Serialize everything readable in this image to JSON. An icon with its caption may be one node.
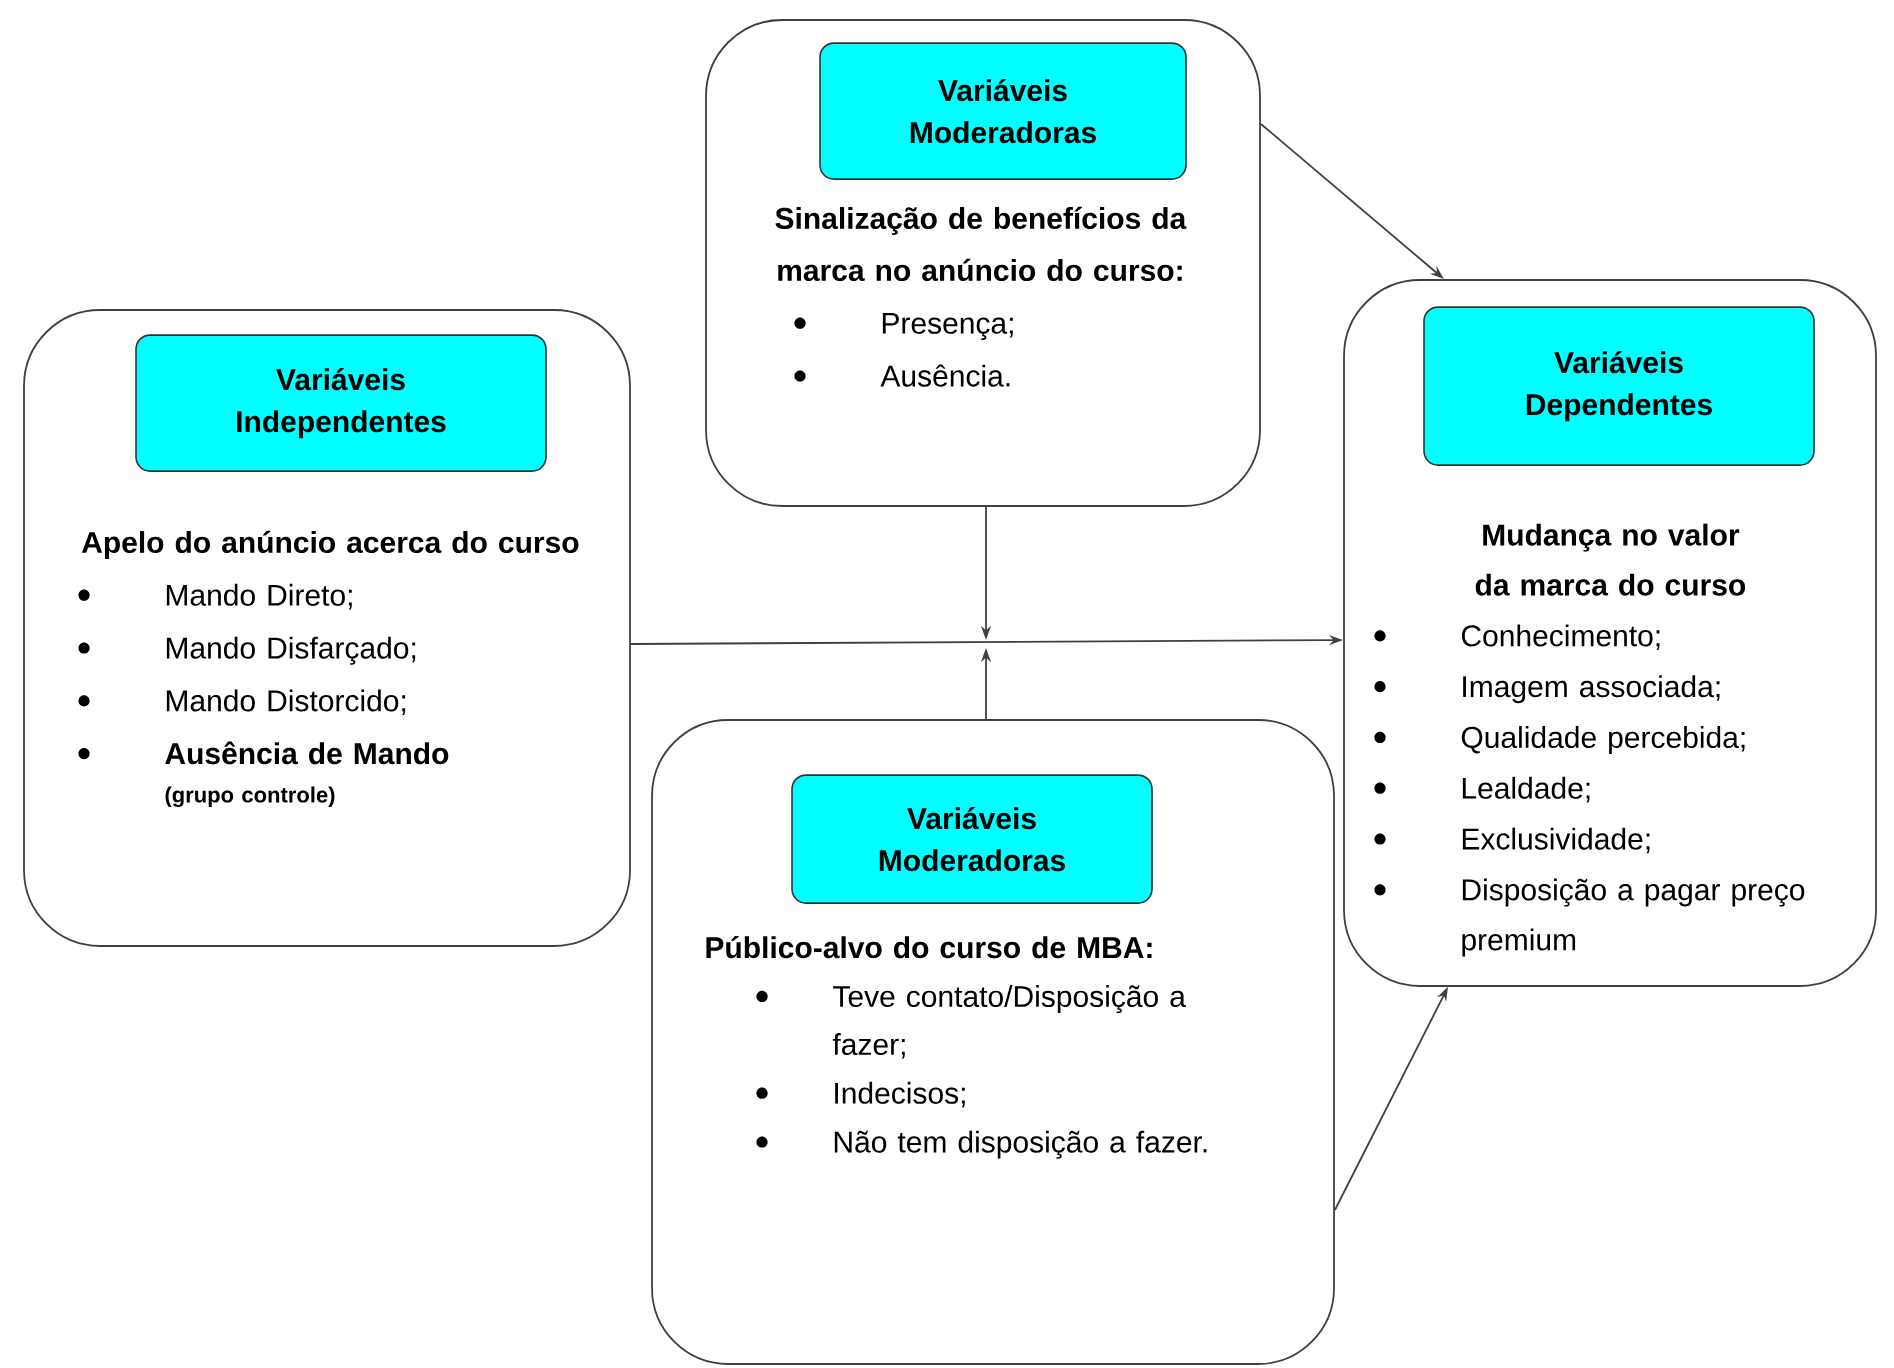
{
  "diagram": {
    "nodes": [
      {
        "text": [
          "Apelo do anúncio acerca do curso",
          "Mando Direto;",
          "Mando Disfarçado;",
          "Mando Distorcido;",
          "Ausência de Mando",
          "(grupo controle)"
        ]
      },
      {
        "text": [
          "Variáveis Independentes"
        ],
        "in": 0
      },
      {
        "text": [
          "Sinalização de benefícios da marca no anúncio do curso:",
          "Presença;",
          "Ausência."
        ]
      },
      {
        "text": [
          "Variáveis Moderadoras"
        ],
        "in": 2
      },
      {
        "text": [
          "Mudança no valor da marca do curso",
          "Conhecimento;",
          "Imagem associada;",
          "Qualidade percebida;",
          "Lealdade;",
          "Exclusividade;",
          "Disposição a pagar preço premium"
        ]
      },
      {
        "text": [
          "Variáveis Dependentes"
        ],
        "in": 4
      },
      {
        "text": [
          "Público-alvo do curso de MBA:",
          "Teve contato/Disposição a fazer;",
          "Indecisos;",
          "Não tem disposição a fazer."
        ]
      },
      {
        "text": [
          "Variáveis Moderadoras"
        ],
        "in": 6
      }
    ],
    "edges": [
      {
        "from": 0,
        "to": 4,
        "arrow": "to"
      },
      {
        "from": 2,
        "to": null,
        "arrow": "to"
      },
      {
        "from": 6,
        "to": null,
        "arrow": "to"
      },
      {
        "from": 2,
        "to": 4,
        "arrow": "to"
      },
      {
        "from": 6,
        "to": 4,
        "arrow": "to"
      }
    ]
  }
}
